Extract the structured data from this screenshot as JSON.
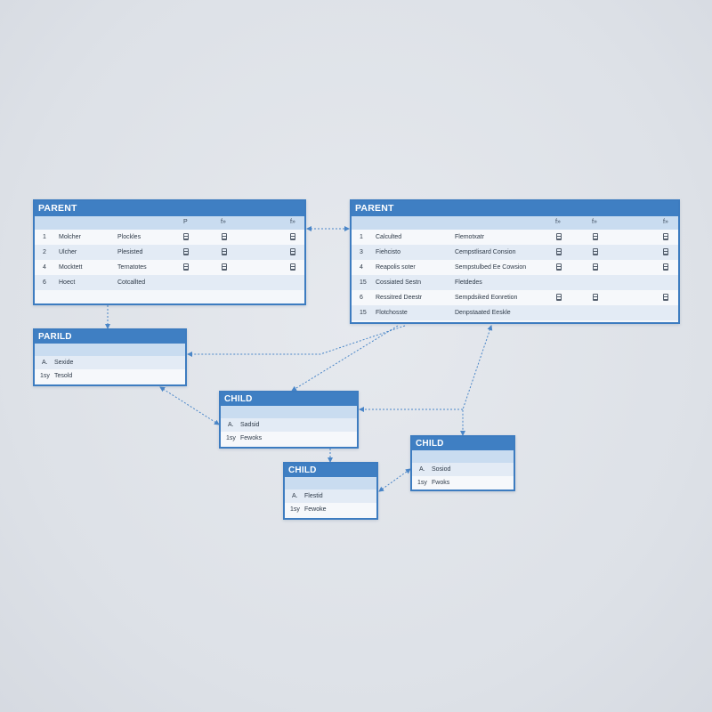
{
  "colors": {
    "accent": "#3f7fc3",
    "header_band": "#c9dcf0",
    "row_alt": "#e3ebf5",
    "connector": "#4a86c8",
    "background": "#dde1e7"
  },
  "tables": {
    "parent_left": {
      "title": "PARENT",
      "headers": [
        "P",
        "f»",
        "f»"
      ],
      "rows": [
        {
          "num": "1",
          "name": "Molcher",
          "type": "Plockles",
          "icons": 3
        },
        {
          "num": "2",
          "name": "Ulcher",
          "type": "Plesisted",
          "icons": 3
        },
        {
          "num": "4",
          "name": "Mocktett",
          "type": "Ternatotes",
          "icons": 3
        },
        {
          "num": "6",
          "name": "Hoect",
          "type": "Cotcallted",
          "icons": 0
        }
      ]
    },
    "parent_right": {
      "title": "PARENT",
      "headers": [
        "f»",
        "f»",
        "f»"
      ],
      "rows": [
        {
          "num": "1",
          "name": "Calculted",
          "type": "Flemotxatr",
          "icons": 3
        },
        {
          "num": "3",
          "name": "Fiehcisto",
          "type": "Cempstlisard Consion",
          "icons": 3
        },
        {
          "num": "4",
          "name": "Reapolis soter",
          "type": "Sempstulbed Ee Cowsion",
          "icons": 3
        },
        {
          "num": "15",
          "name": "Cossiated Sestn",
          "type": "Fletdedes",
          "icons": 0
        },
        {
          "num": "6",
          "name": "Ressitred Deestr",
          "type": "Sempdsiked Eonretion",
          "icons": 3
        },
        {
          "num": "15",
          "name": "Flotchosste",
          "type": "Denpstaated Eeskle",
          "icons": 0
        }
      ]
    },
    "parild": {
      "title": "PARILD",
      "rows": [
        {
          "key": "A.",
          "value": "Sexide"
        },
        {
          "key": "1sy",
          "value": "Tesold"
        }
      ]
    },
    "child_center": {
      "title": "CHILD",
      "rows": [
        {
          "key": "A.",
          "value": "Sadsid"
        },
        {
          "key": "1sy",
          "value": "Fewoks"
        }
      ]
    },
    "child_bottom": {
      "title": "CHILD",
      "rows": [
        {
          "key": "A.",
          "value": "Flestid"
        },
        {
          "key": "1sy",
          "value": "Fewoke"
        }
      ]
    },
    "child_right": {
      "title": "CHILD",
      "rows": [
        {
          "key": "A.",
          "value": "Sosiod"
        },
        {
          "key": "1sy",
          "value": "Fwoks"
        }
      ]
    }
  }
}
